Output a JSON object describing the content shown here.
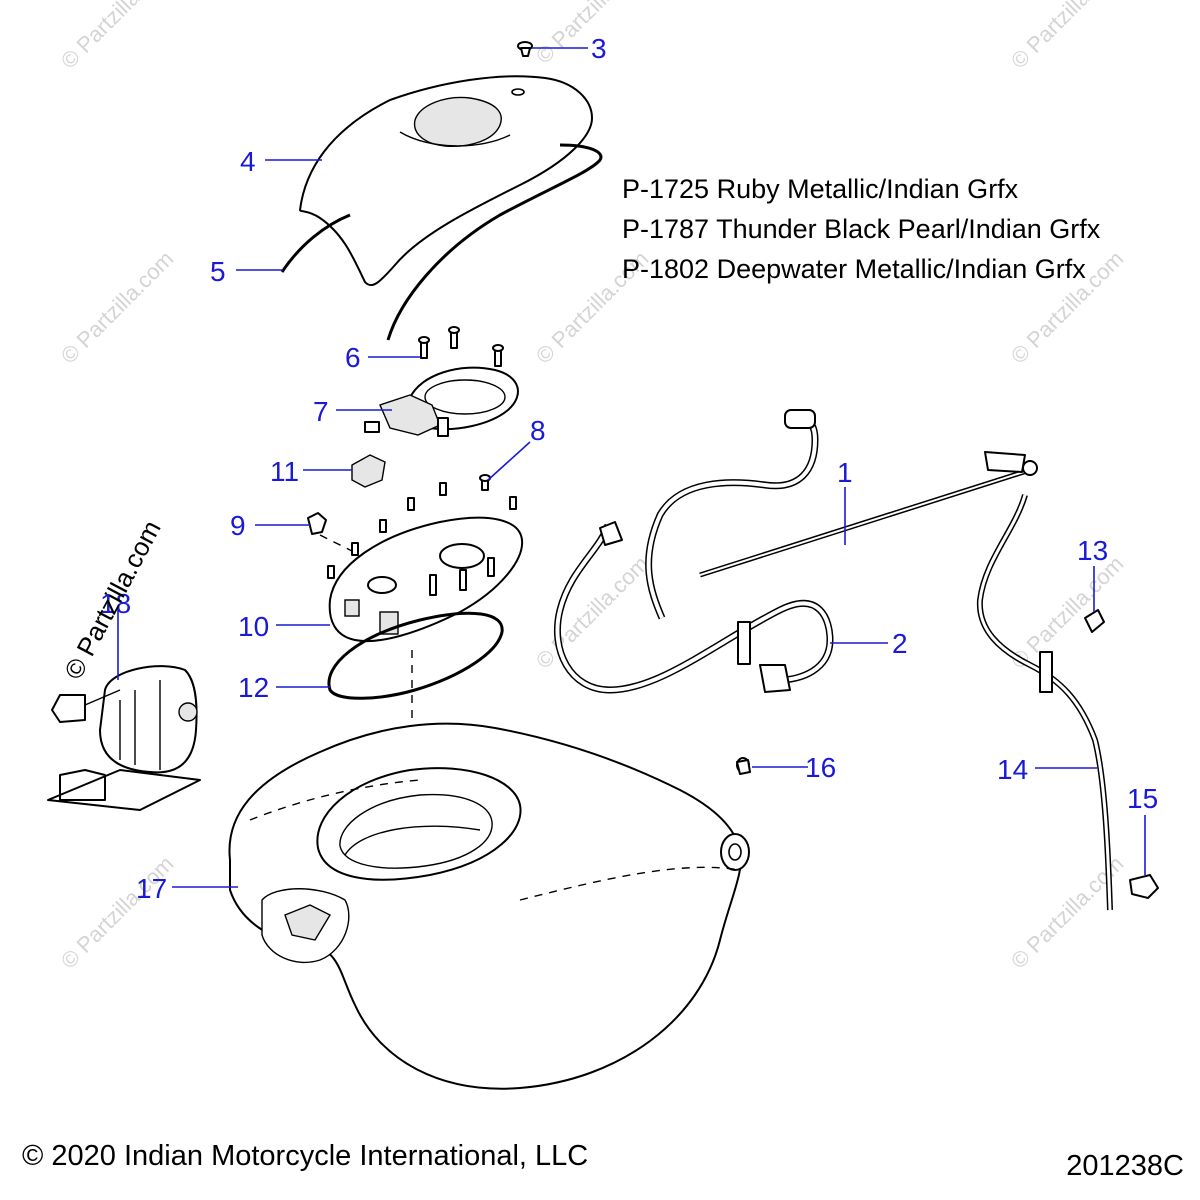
{
  "color_options": [
    "P-1725 Ruby Metallic/Indian Grfx",
    "P-1787 Thunder Black Pearl/Indian Grfx",
    "P-1802 Deepwater Metallic/Indian Grfx"
  ],
  "callouts": {
    "c1": "1",
    "c2": "2",
    "c3": "3",
    "c4": "4",
    "c5": "5",
    "c6": "6",
    "c7": "7",
    "c8": "8",
    "c9": "9",
    "c10": "10",
    "c11": "11",
    "c12": "12",
    "c13": "13",
    "c14": "14",
    "c15": "15",
    "c16": "16",
    "c17": "17",
    "c18": "18"
  },
  "watermark_text": "© Partzilla.com",
  "copyright": "© 2020 Indian Motorcycle International, LLC",
  "drawing_number": "201238C",
  "colors": {
    "callout": "#1a1ad6",
    "line": "#000000",
    "watermark": "#d4d4d4"
  }
}
